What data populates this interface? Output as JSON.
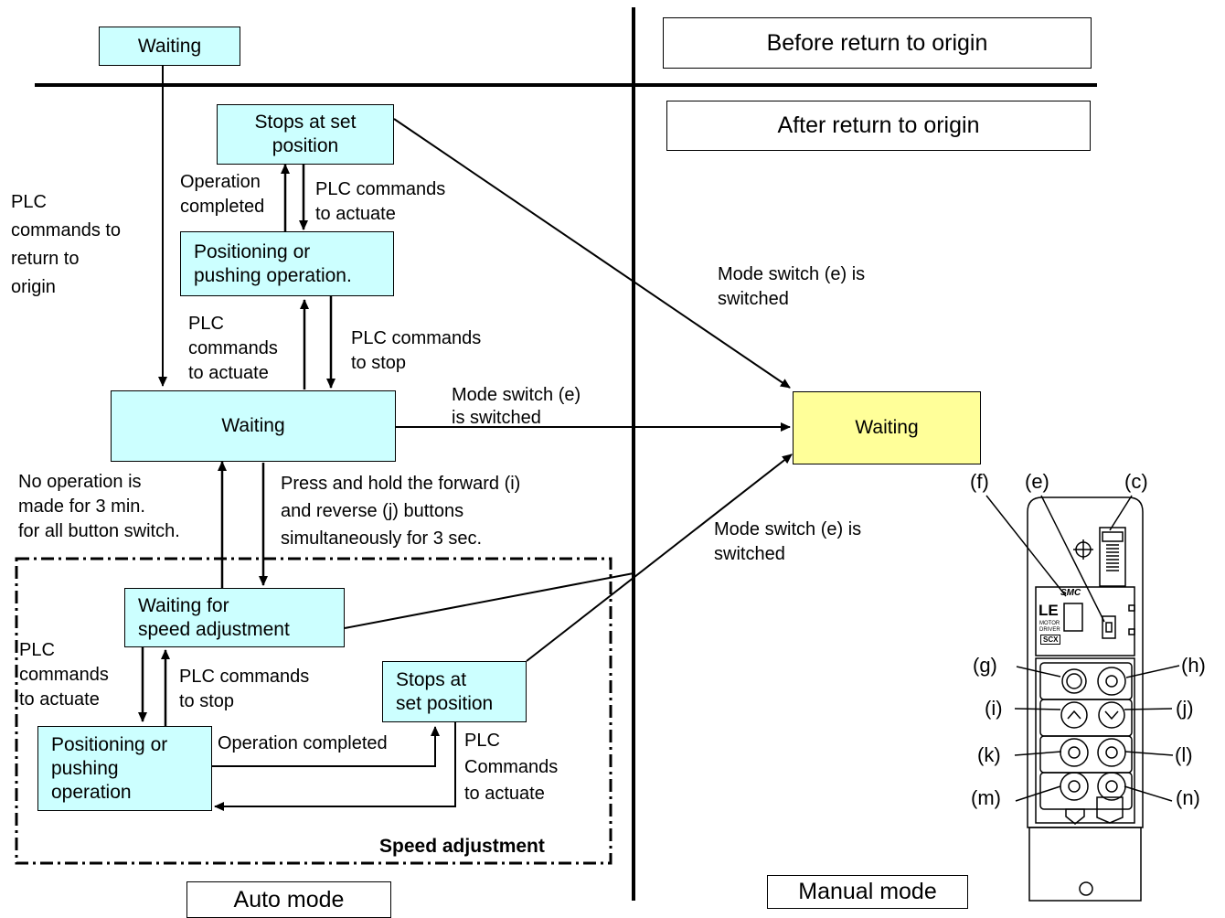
{
  "headers": {
    "before_origin": "Before return to origin",
    "after_origin": "After return to origin",
    "auto_mode": "Auto mode",
    "manual_mode": "Manual mode",
    "speed_adjustment": "Speed adjustment"
  },
  "states": {
    "waiting_top": "Waiting",
    "stops_at_set_position": "Stops at set\nposition",
    "positioning_top": "Positioning or\npushing operation.",
    "waiting_main": "Waiting",
    "waiting_manual": "Waiting",
    "waiting_speed": "Waiting for\nspeed adjustment",
    "stops_at_set_position_speed": "Stops at\nset position",
    "positioning_speed": "Positioning or\npushing\noperation"
  },
  "transitions": {
    "plc_return_origin": "PLC\ncommands to\nreturn to\norigin",
    "operation_completed_top": "Operation\ncompleted",
    "plc_actuate_top": "PLC commands\nto actuate",
    "plc_actuate_mid": "PLC\ncommands\nto actuate",
    "plc_stop_mid": "PLC   commands\nto stop",
    "mode_switch_1": "Mode switch (e) is\nswitched",
    "mode_switch_2": "Mode switch (e)\n  is switched",
    "mode_switch_3": "Mode switch (e) is\nswitched",
    "no_operation": "No operation is\nmade for 3 min.\n for all button switch.",
    "press_hold": "Press and hold the forward (i)\nand reverse (j) buttons\nsimultaneously for 3 sec.",
    "plc_actuate_left": "PLC\ncommands\nto actuate",
    "plc_stop_speed": "PLC commands\nto stop",
    "operation_completed_speed": "Operation completed",
    "plc_commands_actuate_speed": "PLC\nCommands\nto actuate"
  },
  "device_labels": {
    "f": "(f)",
    "e": "(e)",
    "c": "(c)",
    "g": "(g)",
    "h": "(h)",
    "i": "(i)",
    "j": "(j)",
    "k": "(k)",
    "l": "(l)",
    "m": "(m)",
    "n": "(n)"
  },
  "device_text": {
    "brand": "SMC",
    "model": "LE",
    "sub1": "MOTOR",
    "sub2": "DRIVER",
    "sub3": "SCX"
  },
  "colors": {
    "cyan_box": "#ccffff",
    "yellow_box": "#ffff99"
  }
}
